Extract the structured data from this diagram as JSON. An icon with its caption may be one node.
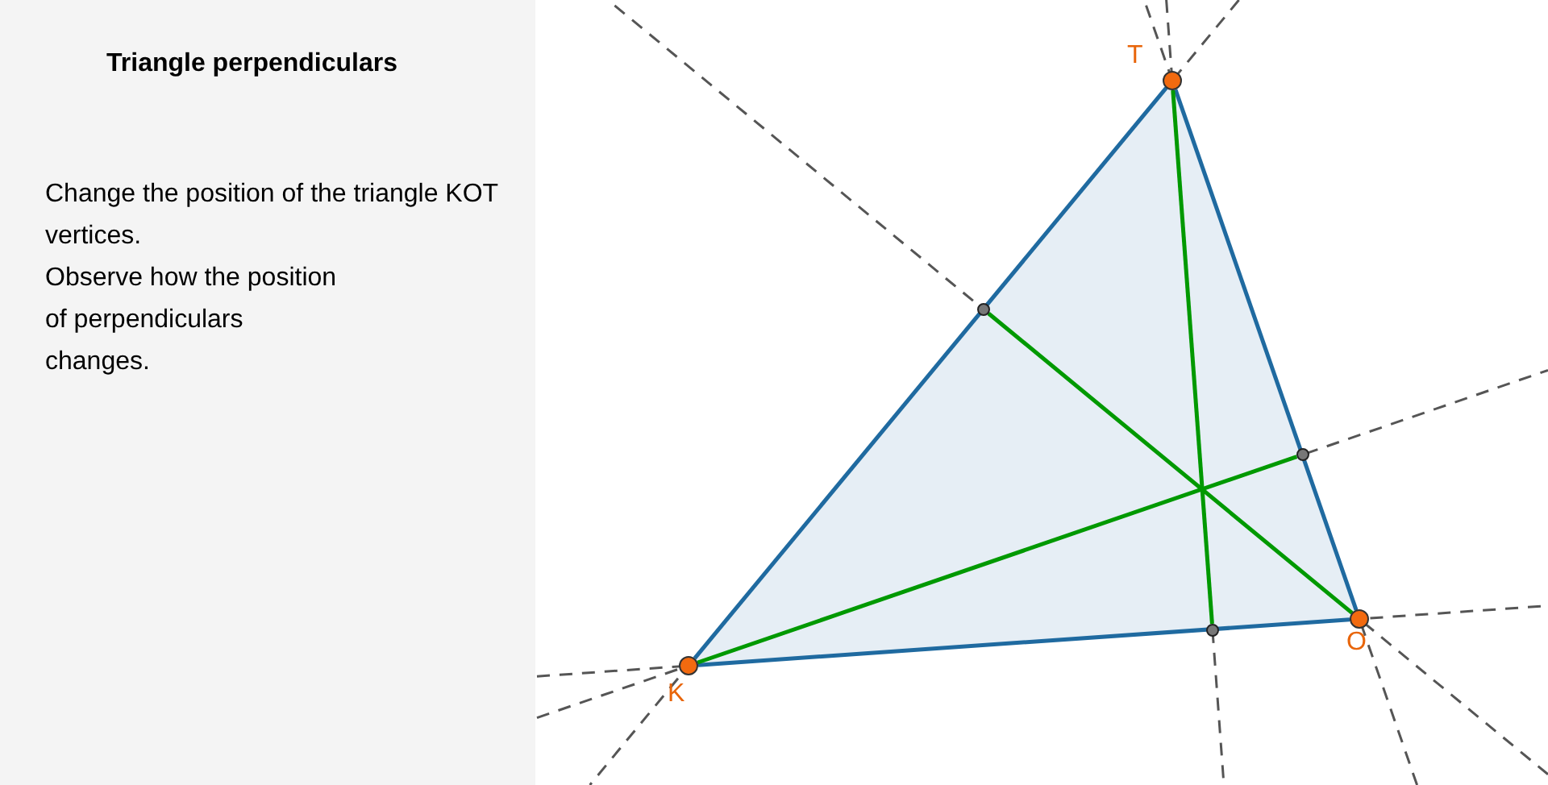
{
  "diagram": {
    "title": "Triangle perpendiculars",
    "nodes": [
      {
        "text": [
          "K"
        ]
      },
      {
        "text": [
          "O"
        ]
      },
      {
        "text": [
          "T"
        ]
      },
      {
        "text": [],
        "shape": "circle"
      },
      {
        "text": [],
        "shape": "circle"
      },
      {
        "text": [],
        "shape": "circle"
      }
    ],
    "edges": [
      {
        "from": 0,
        "to": 1,
        "arrow": "none"
      },
      {
        "from": 1,
        "to": 2,
        "arrow": "none"
      },
      {
        "from": 2,
        "to": 0,
        "arrow": "none"
      },
      {
        "from": 1,
        "to": 3,
        "arrow": "none",
        "color": "#009900"
      },
      {
        "from": 2,
        "to": 4,
        "arrow": "none",
        "color": "#009900"
      },
      {
        "from": 0,
        "to": 5,
        "arrow": "none",
        "color": "#009900"
      }
    ],
    "labels": [
      "Change the position of the triangle KOT vertices.",
      "Observe how the position of perpendiculars changes."
    ]
  }
}
